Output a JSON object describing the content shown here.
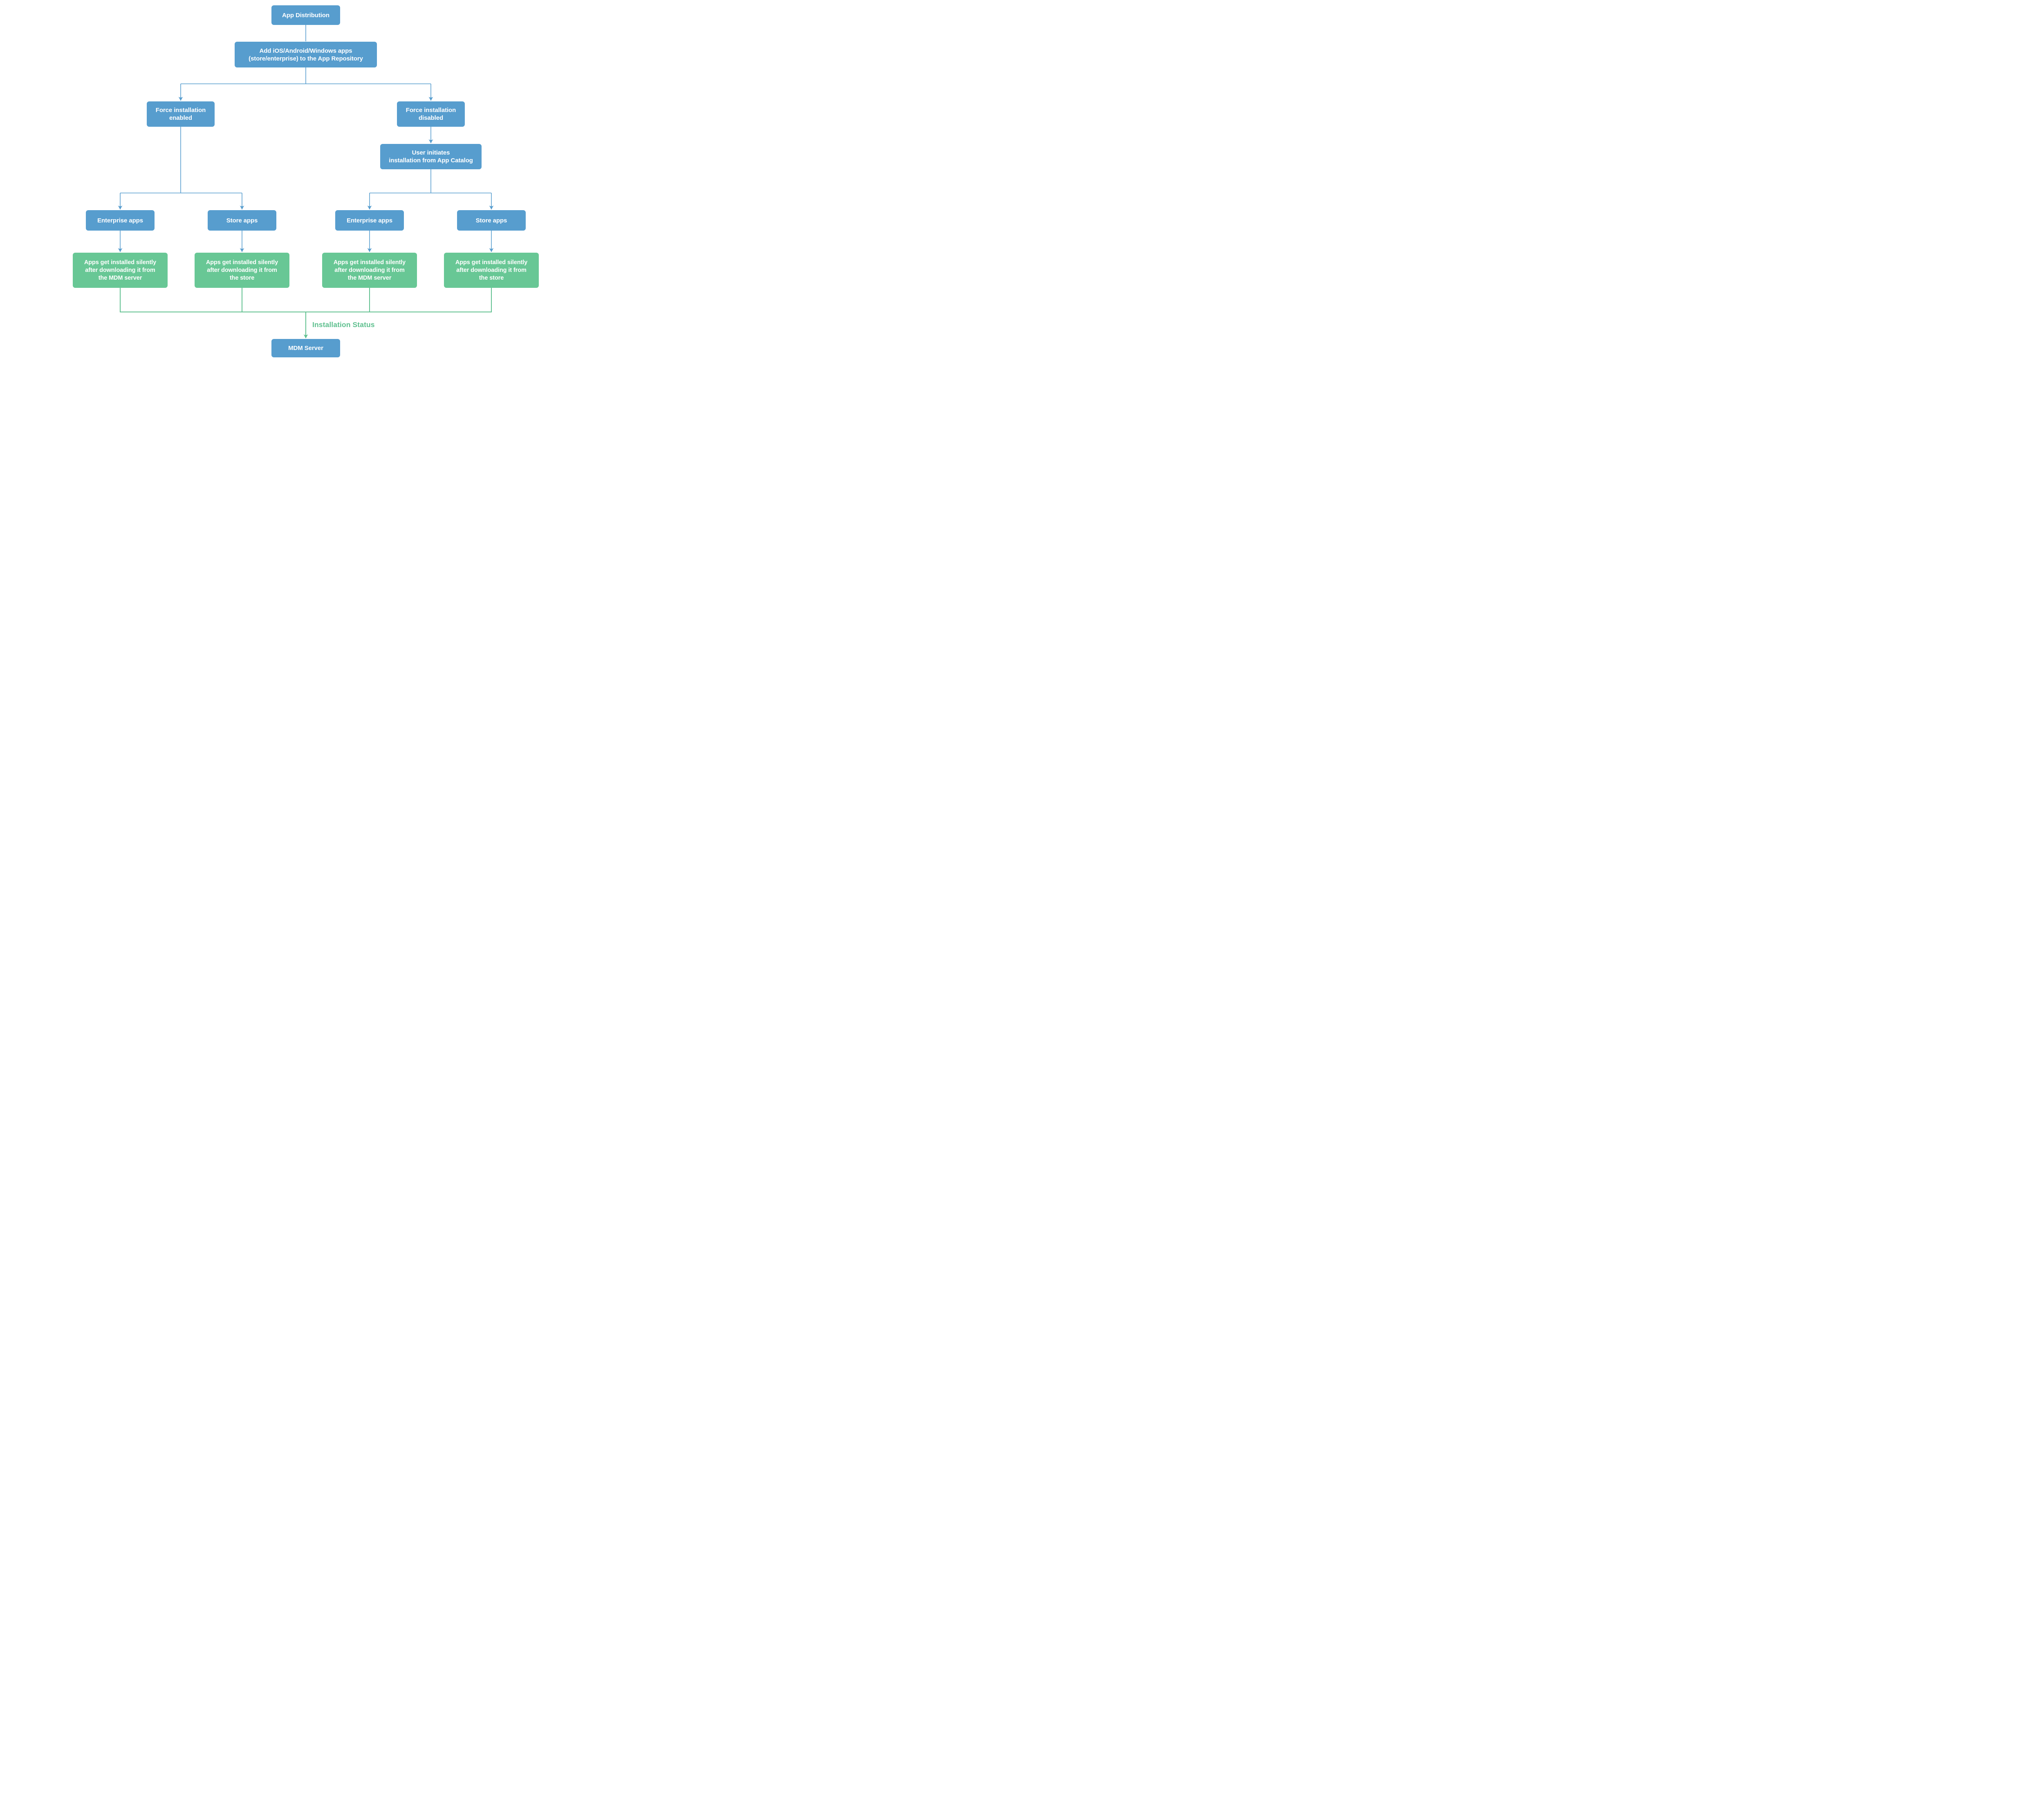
{
  "title": "App Distribution flowchart",
  "palette": {
    "node_blue": "#579DCE",
    "node_green": "#68C795",
    "edge_blue": "#579DCE",
    "edge_green": "#5FC08F",
    "node_text": "#FFFFFF"
  },
  "nodes": {
    "app_distribution": {
      "lines": [
        "App Distribution"
      ]
    },
    "add_apps": {
      "lines": [
        "Add iOS/Android/Windows apps",
        "(store/enterprise) to the App Repository"
      ]
    },
    "force_enabled": {
      "lines": [
        "Force installation",
        "enabled"
      ]
    },
    "force_disabled": {
      "lines": [
        "Force installation",
        "disabled"
      ]
    },
    "user_initiates": {
      "lines": [
        "User initiates",
        "installation from App Catalog"
      ]
    },
    "enterprise_left": {
      "lines": [
        "Enterprise apps"
      ]
    },
    "store_left": {
      "lines": [
        "Store apps"
      ]
    },
    "enterprise_right": {
      "lines": [
        "Enterprise apps"
      ]
    },
    "store_right": {
      "lines": [
        "Store apps"
      ]
    },
    "silent_mdm_left": {
      "lines": [
        "Apps get installed silently",
        "after downloading it from",
        "the MDM server"
      ]
    },
    "silent_store_left": {
      "lines": [
        "Apps get installed silently",
        "after downloading it from",
        "the store"
      ]
    },
    "silent_mdm_right": {
      "lines": [
        "Apps get installed silently",
        "after downloading it from",
        "the MDM server"
      ]
    },
    "silent_store_right": {
      "lines": [
        "Apps get installed silently",
        "after downloading it from",
        "the store"
      ]
    },
    "mdm_server": {
      "lines": [
        "MDM Server"
      ]
    }
  },
  "edge_labels": {
    "installation_status": "Installation Status"
  }
}
